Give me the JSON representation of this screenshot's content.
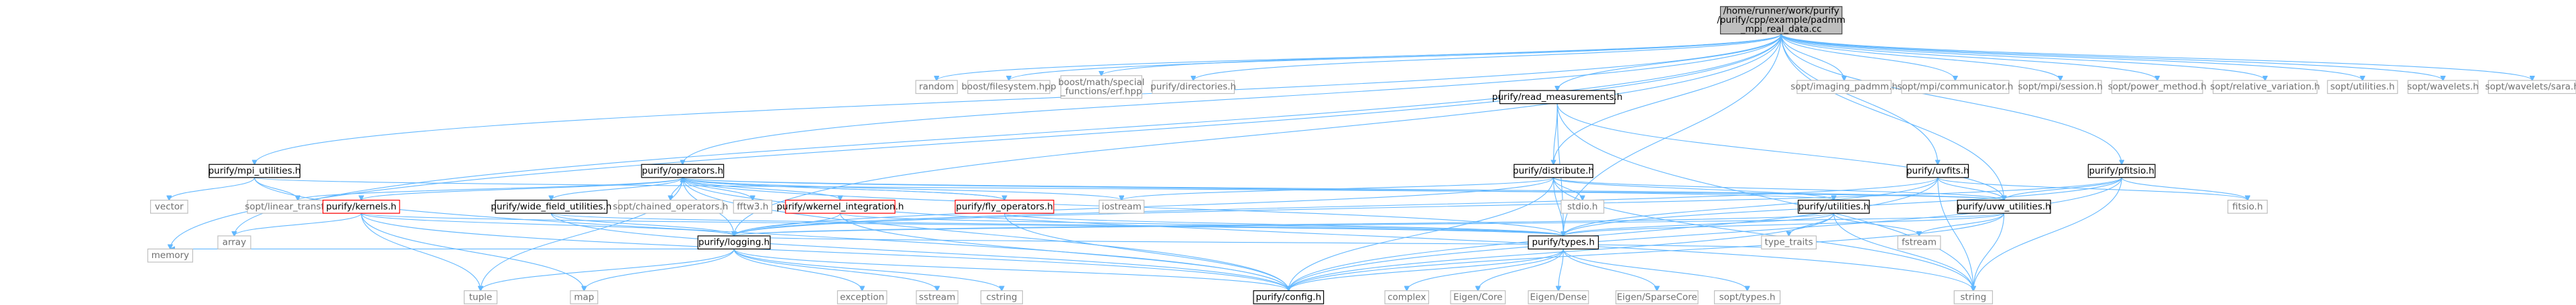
{
  "colors": {
    "edge": "#63b8ff",
    "root_fill": "#bfbfbf",
    "root_border": "#404040",
    "local_fill": "#ffffff",
    "local_border": "#000000",
    "local_text": "#000000",
    "system_fill": "#ffffff",
    "system_border": "#bfbfbf",
    "system_text": "#6f6f6f",
    "truncated_border": "#ff0000"
  },
  "nodes": [
    {
      "id": "root",
      "kind": "root",
      "lines": [
        "/home/runner/work/purify",
        "/purify/cpp/example/padmm",
        "_mpi_real_data.cc"
      ]
    },
    {
      "id": "memory",
      "kind": "system",
      "lines": [
        "memory"
      ]
    },
    {
      "id": "random",
      "kind": "system",
      "lines": [
        "random"
      ]
    },
    {
      "id": "boost_fs",
      "kind": "system",
      "lines": [
        "boost/filesystem.hpp"
      ]
    },
    {
      "id": "boost_erf",
      "kind": "system",
      "lines": [
        "boost/math/special",
        "_functions/erf.hpp"
      ]
    },
    {
      "id": "directories",
      "kind": "system",
      "lines": [
        "purify/directories.h"
      ]
    },
    {
      "id": "read_meas",
      "kind": "local",
      "lines": [
        "purify/read_measurements.h"
      ]
    },
    {
      "id": "imaging_padmm",
      "kind": "system",
      "lines": [
        "sopt/imaging_padmm.h"
      ]
    },
    {
      "id": "mpi_comm",
      "kind": "system",
      "lines": [
        "sopt/mpi/communicator.h"
      ]
    },
    {
      "id": "mpi_session",
      "kind": "system",
      "lines": [
        "sopt/mpi/session.h"
      ]
    },
    {
      "id": "power_method",
      "kind": "system",
      "lines": [
        "sopt/power_method.h"
      ]
    },
    {
      "id": "relative_variation",
      "kind": "system",
      "lines": [
        "sopt/relative_variation.h"
      ]
    },
    {
      "id": "sopt_utilities",
      "kind": "system",
      "lines": [
        "sopt/utilities.h"
      ]
    },
    {
      "id": "wavelets",
      "kind": "system",
      "lines": [
        "sopt/wavelets.h"
      ]
    },
    {
      "id": "sara",
      "kind": "system",
      "lines": [
        "sopt/wavelets/sara.h"
      ]
    },
    {
      "id": "mpi_utilities",
      "kind": "local",
      "lines": [
        "purify/mpi_utilities.h"
      ]
    },
    {
      "id": "operators",
      "kind": "local",
      "lines": [
        "purify/operators.h"
      ]
    },
    {
      "id": "distribute",
      "kind": "local",
      "lines": [
        "purify/distribute.h"
      ]
    },
    {
      "id": "uvfits",
      "kind": "local",
      "lines": [
        "purify/uvfits.h"
      ]
    },
    {
      "id": "pfitsio",
      "kind": "local",
      "lines": [
        "purify/pfitsio.h"
      ]
    },
    {
      "id": "vector",
      "kind": "system",
      "lines": [
        "vector"
      ]
    },
    {
      "id": "linear_transform",
      "kind": "system",
      "lines": [
        "sopt/linear_transform.h"
      ]
    },
    {
      "id": "kernels",
      "kind": "truncated",
      "lines": [
        "purify/kernels.h"
      ]
    },
    {
      "id": "wide_field",
      "kind": "local",
      "lines": [
        "purify/wide_field_utilities.h"
      ]
    },
    {
      "id": "chained_ops",
      "kind": "system",
      "lines": [
        "sopt/chained_operators.h"
      ]
    },
    {
      "id": "fftw3",
      "kind": "system",
      "lines": [
        "fftw3.h"
      ]
    },
    {
      "id": "wkernel",
      "kind": "truncated",
      "lines": [
        "purify/wkernel_integration.h"
      ]
    },
    {
      "id": "fly_ops",
      "kind": "truncated",
      "lines": [
        "purify/fly_operators.h"
      ]
    },
    {
      "id": "iostream",
      "kind": "system",
      "lines": [
        "iostream"
      ]
    },
    {
      "id": "stdio",
      "kind": "system",
      "lines": [
        "stdio.h"
      ]
    },
    {
      "id": "purify_utilities",
      "kind": "local",
      "lines": [
        "purify/utilities.h"
      ]
    },
    {
      "id": "uvw_utilities",
      "kind": "local",
      "lines": [
        "purify/uvw_utilities.h"
      ]
    },
    {
      "id": "fitsio",
      "kind": "system",
      "lines": [
        "fitsio.h"
      ]
    },
    {
      "id": "array",
      "kind": "system",
      "lines": [
        "array"
      ]
    },
    {
      "id": "logging",
      "kind": "local",
      "lines": [
        "purify/logging.h"
      ]
    },
    {
      "id": "types",
      "kind": "local",
      "lines": [
        "purify/types.h"
      ]
    },
    {
      "id": "type_traits",
      "kind": "system",
      "lines": [
        "type_traits"
      ]
    },
    {
      "id": "fstream",
      "kind": "system",
      "lines": [
        "fstream"
      ]
    },
    {
      "id": "tuple",
      "kind": "system",
      "lines": [
        "tuple"
      ]
    },
    {
      "id": "map",
      "kind": "system",
      "lines": [
        "map"
      ]
    },
    {
      "id": "exception",
      "kind": "system",
      "lines": [
        "exception"
      ]
    },
    {
      "id": "sstream",
      "kind": "system",
      "lines": [
        "sstream"
      ]
    },
    {
      "id": "cstring",
      "kind": "system",
      "lines": [
        "cstring"
      ]
    },
    {
      "id": "config",
      "kind": "local",
      "lines": [
        "purify/config.h"
      ]
    },
    {
      "id": "complex",
      "kind": "system",
      "lines": [
        "complex"
      ]
    },
    {
      "id": "eigen_core",
      "kind": "system",
      "lines": [
        "Eigen/Core"
      ]
    },
    {
      "id": "eigen_dense",
      "kind": "system",
      "lines": [
        "Eigen/Dense"
      ]
    },
    {
      "id": "eigen_sparse",
      "kind": "system",
      "lines": [
        "Eigen/SparseCore"
      ]
    },
    {
      "id": "sopt_types",
      "kind": "system",
      "lines": [
        "sopt/types.h"
      ]
    },
    {
      "id": "string",
      "kind": "system",
      "lines": [
        "string"
      ]
    }
  ],
  "edges": [
    [
      "root",
      "memory"
    ],
    [
      "root",
      "random"
    ],
    [
      "root",
      "boost_fs"
    ],
    [
      "root",
      "boost_erf"
    ],
    [
      "root",
      "directories"
    ],
    [
      "root",
      "read_meas"
    ],
    [
      "root",
      "imaging_padmm"
    ],
    [
      "root",
      "mpi_comm"
    ],
    [
      "root",
      "mpi_session"
    ],
    [
      "root",
      "power_method"
    ],
    [
      "root",
      "relative_variation"
    ],
    [
      "root",
      "sopt_utilities"
    ],
    [
      "root",
      "wavelets"
    ],
    [
      "root",
      "sara"
    ],
    [
      "root",
      "mpi_utilities"
    ],
    [
      "root",
      "operators"
    ],
    [
      "root",
      "distribute"
    ],
    [
      "root",
      "uvfits"
    ],
    [
      "root",
      "pfitsio"
    ],
    [
      "root",
      "array"
    ],
    [
      "root",
      "types"
    ],
    [
      "root",
      "uvw_utilities"
    ],
    [
      "root",
      "logging"
    ],
    [
      "read_meas",
      "distribute"
    ],
    [
      "read_meas",
      "uvw_utilities"
    ],
    [
      "read_meas",
      "types"
    ],
    [
      "read_meas",
      "string"
    ],
    [
      "mpi_utilities",
      "vector"
    ],
    [
      "mpi_utilities",
      "linear_transform"
    ],
    [
      "mpi_utilities",
      "uvw_utilities"
    ],
    [
      "mpi_utilities",
      "config"
    ],
    [
      "operators",
      "linear_transform"
    ],
    [
      "operators",
      "kernels"
    ],
    [
      "operators",
      "wide_field"
    ],
    [
      "operators",
      "chained_ops"
    ],
    [
      "operators",
      "fftw3"
    ],
    [
      "operators",
      "wkernel"
    ],
    [
      "operators",
      "fly_ops"
    ],
    [
      "operators",
      "iostream"
    ],
    [
      "operators",
      "purify_utilities"
    ],
    [
      "operators",
      "uvw_utilities"
    ],
    [
      "operators",
      "logging"
    ],
    [
      "operators",
      "types"
    ],
    [
      "operators",
      "config"
    ],
    [
      "operators",
      "tuple"
    ],
    [
      "operators",
      "string"
    ],
    [
      "distribute",
      "iostream"
    ],
    [
      "distribute",
      "stdio"
    ],
    [
      "distribute",
      "purify_utilities"
    ],
    [
      "distribute",
      "uvw_utilities"
    ],
    [
      "distribute",
      "logging"
    ],
    [
      "distribute",
      "types"
    ],
    [
      "distribute",
      "string"
    ],
    [
      "distribute",
      "config"
    ],
    [
      "uvfits",
      "uvw_utilities"
    ],
    [
      "uvfits",
      "fitsio"
    ],
    [
      "uvfits",
      "logging"
    ],
    [
      "uvfits",
      "types"
    ],
    [
      "uvfits",
      "string"
    ],
    [
      "uvfits",
      "config"
    ],
    [
      "pfitsio",
      "uvw_utilities"
    ],
    [
      "pfitsio",
      "fitsio"
    ],
    [
      "pfitsio",
      "types"
    ],
    [
      "pfitsio",
      "string"
    ],
    [
      "pfitsio",
      "config"
    ],
    [
      "pfitsio",
      "logging"
    ],
    [
      "kernels",
      "array"
    ],
    [
      "kernels",
      "tuple"
    ],
    [
      "kernels",
      "map"
    ],
    [
      "kernels",
      "logging"
    ],
    [
      "kernels",
      "types"
    ],
    [
      "kernels",
      "config"
    ],
    [
      "wide_field",
      "logging"
    ],
    [
      "wide_field",
      "types"
    ],
    [
      "wide_field",
      "config"
    ],
    [
      "wkernel",
      "logging"
    ],
    [
      "wkernel",
      "types"
    ],
    [
      "wkernel",
      "config"
    ],
    [
      "fly_ops",
      "operators"
    ],
    [
      "fly_ops",
      "types"
    ],
    [
      "fly_ops",
      "config"
    ],
    [
      "purify_utilities",
      "logging"
    ],
    [
      "purify_utilities",
      "types"
    ],
    [
      "purify_utilities",
      "type_traits"
    ],
    [
      "purify_utilities",
      "fstream"
    ],
    [
      "purify_utilities",
      "string"
    ],
    [
      "purify_utilities",
      "config"
    ],
    [
      "uvw_utilities",
      "logging"
    ],
    [
      "uvw_utilities",
      "types"
    ],
    [
      "uvw_utilities",
      "fstream"
    ],
    [
      "uvw_utilities",
      "string"
    ],
    [
      "uvw_utilities",
      "config"
    ],
    [
      "logging",
      "memory"
    ],
    [
      "logging",
      "exception"
    ],
    [
      "logging",
      "sstream"
    ],
    [
      "logging",
      "cstring"
    ],
    [
      "logging",
      "tuple"
    ],
    [
      "logging",
      "map"
    ],
    [
      "logging",
      "config"
    ],
    [
      "logging",
      "type_traits"
    ],
    [
      "types",
      "complex"
    ],
    [
      "types",
      "eigen_core"
    ],
    [
      "types",
      "eigen_dense"
    ],
    [
      "types",
      "eigen_sparse"
    ],
    [
      "types",
      "sopt_types"
    ],
    [
      "types",
      "config"
    ]
  ]
}
